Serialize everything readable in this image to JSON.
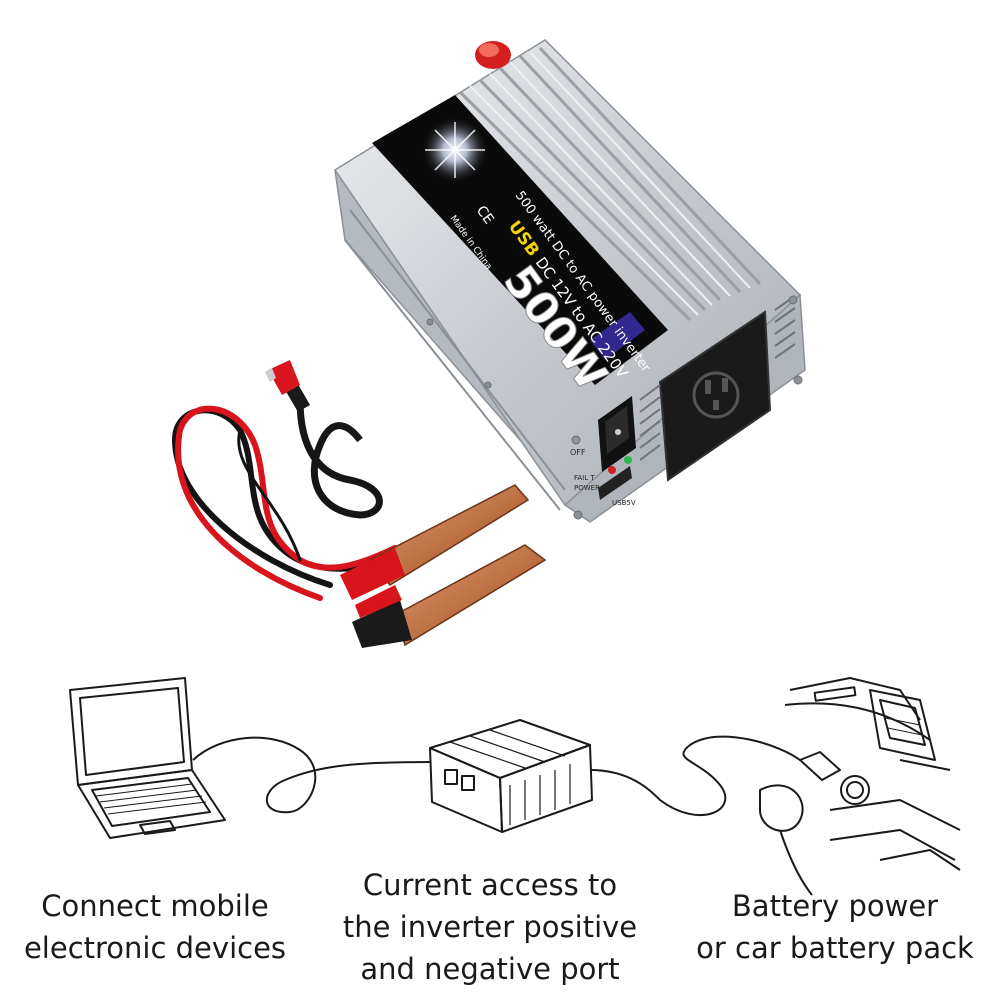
{
  "product": {
    "power_rating": "500W",
    "model_line": "500 watt DC to AC power inverter",
    "usb_label": "USB",
    "voltage_label": "DC 12V to AC 220V",
    "made_in": "Made in China",
    "ce_mark": "CE",
    "switch_off": "OFF",
    "indicator_fault": "FAIL T",
    "indicator_power": "POWER",
    "usb_port": "USB5V"
  },
  "accessories": [
    "battery-clamp-cable-icon",
    "cigarette-lighter-plug-icon"
  ],
  "diagram": {
    "captions": {
      "left": "Connect mobile\nelectronic devices",
      "center": "Current access to\nthe inverter positive\nand negative port",
      "right": "Battery power\nor car battery pack"
    },
    "icons": [
      "laptop-icon",
      "inverter-icon",
      "car-dashboard-icon"
    ]
  },
  "colors": {
    "case_silver": "#c9cdd2",
    "label_black": "#0a0a0a",
    "usb_yellow": "#f5d400",
    "clamp_copper": "#b86a3c",
    "cable_red": "#d8141c"
  }
}
